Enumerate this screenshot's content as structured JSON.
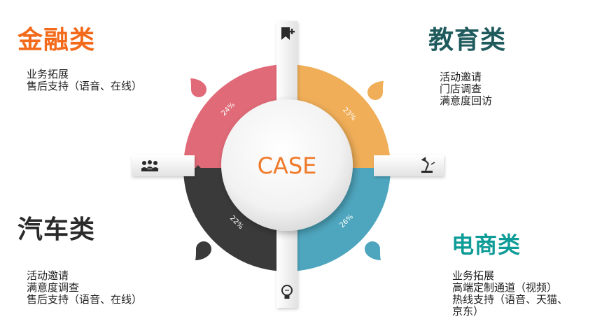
{
  "center": {
    "label": "CASE"
  },
  "colors": {
    "finance": "#e06a78",
    "education": "#f0ae58",
    "auto": "#3a3a3a",
    "ecommerce": "#4ea6be",
    "center_text": "#f07a2a",
    "finance_title": "#f26a1a",
    "education_title": "#1f5a5c",
    "auto_title": "#2a2a2a",
    "ecommerce_title": "#0e9c98"
  },
  "quadrants": [
    {
      "key": "finance",
      "title": "金融类",
      "percent": "24%",
      "items": [
        "业务拓展",
        "售后支持（语音、在线）"
      ]
    },
    {
      "key": "education",
      "title": "教育类",
      "percent": "23%",
      "items": [
        "活动邀请",
        "门店调查",
        "满意度回访"
      ]
    },
    {
      "key": "auto",
      "title": "汽车类",
      "percent": "22%",
      "items": [
        "活动邀请",
        "满意度调查",
        "售后支持（语音、在线）"
      ]
    },
    {
      "key": "ecommerce",
      "title": "电商类",
      "percent": "26%",
      "items": [
        "业务拓展",
        "高端定制通道（视频）",
        "热线支持（语音、天猫、",
        "京东）"
      ]
    }
  ],
  "icons": {
    "top": "bookmark-plus-icon",
    "right": "desk-lamp-icon",
    "bottom": "lightbulb-icon",
    "left": "team-meeting-icon"
  }
}
